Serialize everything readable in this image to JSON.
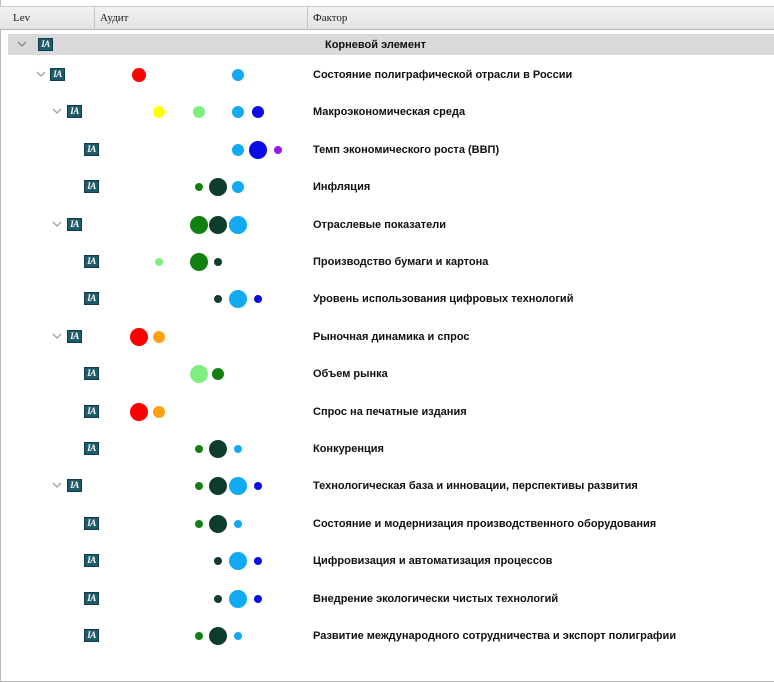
{
  "columns": {
    "lev": "Lev",
    "audit": "Аудит",
    "factor": "Фактор"
  },
  "icon_text": "IA",
  "colors": {
    "red": "#ff0000",
    "orange": "#ffa010",
    "yellow": "#ffff00",
    "lightgreen": "#7fee7f",
    "green": "#118011",
    "darkgreen": "#0e3d2e",
    "skyblue": "#12aaf2",
    "blue": "#0a0ae6",
    "purple": "#9a14f0",
    "icon_bg": "#1e5a6a"
  },
  "root": {
    "label": "Корневой элемент",
    "expanded": true
  },
  "rows": [
    {
      "label": "Состояние полиграфической отрасли в России",
      "level": 1,
      "expandable": true,
      "dots": [
        {
          "color": "red",
          "size": "m",
          "slot": 0
        },
        {
          "color": "skyblue",
          "size": "s",
          "slot": 4
        }
      ]
    },
    {
      "label": "Макроэкономическая среда",
      "level": 2,
      "expandable": true,
      "dots": [
        {
          "color": "yellow",
          "size": "s",
          "slot": 1
        },
        {
          "color": "lightgreen",
          "size": "s",
          "slot": 2
        },
        {
          "color": "skyblue",
          "size": "s",
          "slot": 4
        },
        {
          "color": "blue",
          "size": "s",
          "slot": 5
        }
      ]
    },
    {
      "label": "Темп экономического роста (ВВП)",
      "level": 3,
      "expandable": false,
      "dots": [
        {
          "color": "skyblue",
          "size": "s",
          "slot": 4
        },
        {
          "color": "blue",
          "size": "l",
          "slot": 5
        },
        {
          "color": "purple",
          "size": "xs",
          "slot": 6
        }
      ]
    },
    {
      "label": "Инфляция",
      "level": 3,
      "expandable": false,
      "dots": [
        {
          "color": "green",
          "size": "xs",
          "slot": 2
        },
        {
          "color": "darkgreen",
          "size": "l",
          "slot": 3
        },
        {
          "color": "skyblue",
          "size": "s",
          "slot": 4
        }
      ]
    },
    {
      "label": "Отраслевые показатели",
      "level": 2,
      "expandable": true,
      "dots": [
        {
          "color": "green",
          "size": "l",
          "slot": 2
        },
        {
          "color": "darkgreen",
          "size": "l",
          "slot": 3
        },
        {
          "color": "skyblue",
          "size": "l",
          "slot": 4
        }
      ]
    },
    {
      "label": "Производство бумаги и картона",
      "level": 3,
      "expandable": false,
      "dots": [
        {
          "color": "lightgreen",
          "size": "xs",
          "slot": 1
        },
        {
          "color": "green",
          "size": "l",
          "slot": 2
        },
        {
          "color": "darkgreen",
          "size": "xs",
          "slot": 3
        }
      ]
    },
    {
      "label": "Уровень использования цифровых технологий",
      "level": 3,
      "expandable": false,
      "dots": [
        {
          "color": "darkgreen",
          "size": "xs",
          "slot": 3
        },
        {
          "color": "skyblue",
          "size": "l",
          "slot": 4
        },
        {
          "color": "blue",
          "size": "xs",
          "slot": 5
        }
      ]
    },
    {
      "label": "Рыночная динамика и спрос",
      "level": 2,
      "expandable": true,
      "dots": [
        {
          "color": "red",
          "size": "l",
          "slot": 0
        },
        {
          "color": "orange",
          "size": "s",
          "slot": 1
        }
      ]
    },
    {
      "label": "Объем рынка",
      "level": 3,
      "expandable": false,
      "dots": [
        {
          "color": "lightgreen",
          "size": "l",
          "slot": 2
        },
        {
          "color": "green",
          "size": "s",
          "slot": 3
        }
      ]
    },
    {
      "label": "Спрос на печатные издания",
      "level": 3,
      "expandable": false,
      "dots": [
        {
          "color": "red",
          "size": "l",
          "slot": 0
        },
        {
          "color": "orange",
          "size": "s",
          "slot": 1
        }
      ]
    },
    {
      "label": "Конкуренция",
      "level": 3,
      "expandable": false,
      "dots": [
        {
          "color": "green",
          "size": "xs",
          "slot": 2
        },
        {
          "color": "darkgreen",
          "size": "l",
          "slot": 3
        },
        {
          "color": "skyblue",
          "size": "xs",
          "slot": 4
        }
      ]
    },
    {
      "label": "Технологическая база и инновации, перспективы развития",
      "level": 2,
      "expandable": true,
      "dots": [
        {
          "color": "green",
          "size": "xs",
          "slot": 2
        },
        {
          "color": "darkgreen",
          "size": "l",
          "slot": 3
        },
        {
          "color": "skyblue",
          "size": "l",
          "slot": 4
        },
        {
          "color": "blue",
          "size": "xs",
          "slot": 5
        }
      ]
    },
    {
      "label": "Состояние и модернизация производственного оборудования",
      "level": 3,
      "expandable": false,
      "dots": [
        {
          "color": "green",
          "size": "xs",
          "slot": 2
        },
        {
          "color": "darkgreen",
          "size": "l",
          "slot": 3
        },
        {
          "color": "skyblue",
          "size": "xs",
          "slot": 4
        }
      ]
    },
    {
      "label": "Цифровизация и автоматизация процессов",
      "level": 3,
      "expandable": false,
      "dots": [
        {
          "color": "darkgreen",
          "size": "xs",
          "slot": 3
        },
        {
          "color": "skyblue",
          "size": "l",
          "slot": 4
        },
        {
          "color": "blue",
          "size": "xs",
          "slot": 5
        }
      ]
    },
    {
      "label": "Внедрение экологически чистых технологий",
      "level": 3,
      "expandable": false,
      "dots": [
        {
          "color": "darkgreen",
          "size": "xs",
          "slot": 3
        },
        {
          "color": "skyblue",
          "size": "l",
          "slot": 4
        },
        {
          "color": "blue",
          "size": "xs",
          "slot": 5
        }
      ]
    },
    {
      "label": "Развитие международного сотрудничества и экспорт полиграфии",
      "level": 3,
      "expandable": false,
      "dots": [
        {
          "color": "green",
          "size": "xs",
          "slot": 2
        },
        {
          "color": "darkgreen",
          "size": "l",
          "slot": 3
        },
        {
          "color": "skyblue",
          "size": "xs",
          "slot": 4
        }
      ]
    }
  ]
}
